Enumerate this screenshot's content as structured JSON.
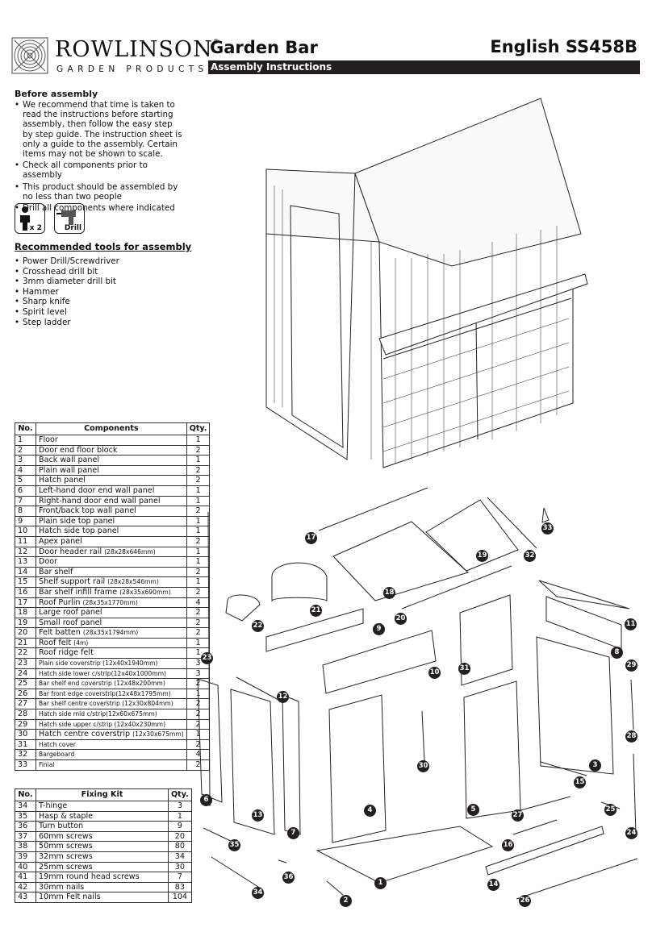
{
  "header": {
    "brand": "ROWLINSON",
    "brand_sub": "GARDEN PRODUCTS",
    "title": "Garden Bar",
    "code": "English SS458B",
    "subtitle": "Assembly Instructions"
  },
  "before": {
    "heading": "Before assembly",
    "items": [
      "We recommend that time is taken to read the instructions before starting assembly, then follow the easy step by step guide. The instruction sheet is only a guide to the assembly. Certain items may not be shown to scale.",
      "Check all components prior to assembly",
      "This product should be assembled by no less than two people",
      "Drill all components where indicated"
    ]
  },
  "icons": {
    "people_label": "x 2",
    "drill_label": "Drill"
  },
  "tools": {
    "heading": "Recommended tools for assembly",
    "items": [
      "Power Drill/Screwdriver",
      "Crosshead drill bit",
      "3mm diameter drill bit",
      "Hammer",
      "Sharp knife",
      "Spirit level",
      "Step ladder"
    ]
  },
  "components": {
    "headers": [
      "No.",
      "Components",
      "Qty."
    ],
    "rows": [
      [
        "1",
        "Floor",
        "",
        "1"
      ],
      [
        "2",
        "Door end floor block",
        "",
        "2"
      ],
      [
        "3",
        "Back wall panel",
        "",
        "1"
      ],
      [
        "4",
        "Plain wall panel",
        "",
        "2"
      ],
      [
        "5",
        "Hatch panel",
        "",
        "2"
      ],
      [
        "6",
        "Left-hand door end wall panel",
        "",
        "1"
      ],
      [
        "7",
        "Right-hand door end wall panel",
        "",
        "1"
      ],
      [
        "8",
        "Front/back top wall panel",
        "",
        "2"
      ],
      [
        "9",
        "Plain side top panel",
        "",
        "1"
      ],
      [
        "10",
        "Hatch side top panel",
        "",
        "1"
      ],
      [
        "11",
        "Apex panel",
        "",
        "2"
      ],
      [
        "12",
        "Door header rail ",
        "(28x28x646mm)",
        "1"
      ],
      [
        "13",
        "Door",
        "",
        "1"
      ],
      [
        "14",
        "Bar shelf",
        "",
        "2"
      ],
      [
        "15",
        "Shelf support rail ",
        "(28x28x546mm)",
        "1"
      ],
      [
        "16",
        "Bar shelf infill frame ",
        "(28x35x690mm)",
        "2"
      ],
      [
        "17",
        "Roof Purlin ",
        "(28x35x1770mm)",
        "4"
      ],
      [
        "18",
        "Large roof panel",
        "",
        "2"
      ],
      [
        "19",
        "Small roof panel",
        "",
        "2"
      ],
      [
        "20",
        "Felt batten ",
        "(28x35x1794mm)",
        "2"
      ],
      [
        "21",
        "Roof felt ",
        "(4m)",
        "1"
      ],
      [
        "22",
        "Roof ridge felt",
        "",
        "1"
      ],
      [
        "23",
        "",
        "Plain side coverstrip (12x40x1940mm)",
        "3"
      ],
      [
        "24",
        "",
        "Hatch side lower c/strip(12x40x1000mm)",
        "3"
      ],
      [
        "25",
        "",
        "Bar shelf end coverstrip (12x48x200mm)",
        "2"
      ],
      [
        "26",
        "",
        "Bar front edge coverstrip(12x48x1795mm)",
        "1"
      ],
      [
        "27",
        "",
        "Bar shelf centre coverstrip (12x30x804mm)",
        "2"
      ],
      [
        "28",
        "",
        "Hatch side mid c/strip(12x60x675mm)",
        "2"
      ],
      [
        "29",
        "",
        "Hatch side upper c/strip (12x40x230mm)",
        "2"
      ],
      [
        "30",
        "Hatch centre coverstrip ",
        "(12x30x675mm)",
        "1"
      ],
      [
        "31",
        "",
        "Hatch cover",
        "2"
      ],
      [
        "32",
        "",
        "Bargeboard",
        "4"
      ],
      [
        "33",
        "",
        "Finial",
        "2"
      ]
    ]
  },
  "fixings": {
    "headers": [
      "No.",
      "Fixing Kit",
      "Qty."
    ],
    "rows": [
      [
        "34",
        "T-hinge",
        "3"
      ],
      [
        "35",
        "Hasp & staple",
        "1"
      ],
      [
        "36",
        "Turn button",
        "9"
      ],
      [
        "37",
        "60mm screws",
        "20"
      ],
      [
        "38",
        "50mm screws",
        "80"
      ],
      [
        "39",
        "32mm screws",
        "34"
      ],
      [
        "40",
        "25mm screws",
        "30"
      ],
      [
        "41",
        "19mm round head screws",
        "7"
      ],
      [
        "42",
        "30mm nails",
        "83"
      ],
      [
        "43",
        "10mm Felt nails",
        "104"
      ]
    ]
  },
  "callouts": [
    "17",
    "33",
    "19",
    "32",
    "18",
    "21",
    "22",
    "20",
    "9",
    "11",
    "8",
    "31",
    "29",
    "23",
    "10",
    "12",
    "28",
    "30",
    "3",
    "15",
    "6",
    "4",
    "5",
    "25",
    "27",
    "13",
    "7",
    "24",
    "35",
    "16",
    "36",
    "1",
    "14",
    "34",
    "2",
    "26"
  ]
}
